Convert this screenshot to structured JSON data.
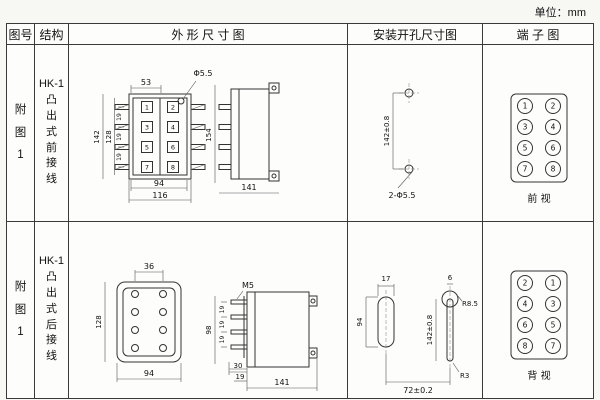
{
  "unit_label": "单位：mm",
  "headers": {
    "fig": "图号",
    "structure": "结构",
    "outline": "外 形 尺 寸 图",
    "mounting": "安装开孔尺寸图",
    "terminal": "端 子 图"
  },
  "rows": [
    {
      "fig_no": "附\n图\n1",
      "model": "HK-1",
      "structure": "凸\n出\n式\n前\n接\n线",
      "outline": {
        "top": "53",
        "hole": "Φ5.5",
        "h_outer": "142",
        "h_inner": "128",
        "pitch": [
          "19",
          "19",
          "19"
        ],
        "w_inner": "94",
        "w_outer": "116",
        "side_h": "154",
        "side_d": "141",
        "terms": [
          "1",
          "2",
          "3",
          "4",
          "5",
          "6",
          "7",
          "8"
        ]
      },
      "mounting": {
        "v": "142±0.8",
        "holes": "2-Φ5.5"
      },
      "terminal": {
        "left": [
          "1",
          "3",
          "5",
          "7"
        ],
        "right": [
          "2",
          "4",
          "6",
          "8"
        ],
        "label": "前 视"
      }
    },
    {
      "fig_no": "附\n图\n1",
      "model": "HK-1",
      "structure": "凸\n出\n式\n后\n接\n线",
      "outline": {
        "top": "36",
        "h": "128",
        "w": "94",
        "thread": "M5",
        "side_h": "98",
        "pitch": [
          "19",
          "19",
          "19"
        ],
        "d1": "30",
        "d2": "19",
        "side_d": "141"
      },
      "mounting": {
        "w_top": "17",
        "w_slot": "6",
        "r_top": "R8.5",
        "v": "94",
        "len": "142±0.8",
        "r_bot": "R3",
        "pitch": "72±0.2"
      },
      "terminal": {
        "left": [
          "2",
          "4",
          "6",
          "8"
        ],
        "right": [
          "1",
          "3",
          "5",
          "7"
        ],
        "label": "背 视"
      }
    }
  ]
}
